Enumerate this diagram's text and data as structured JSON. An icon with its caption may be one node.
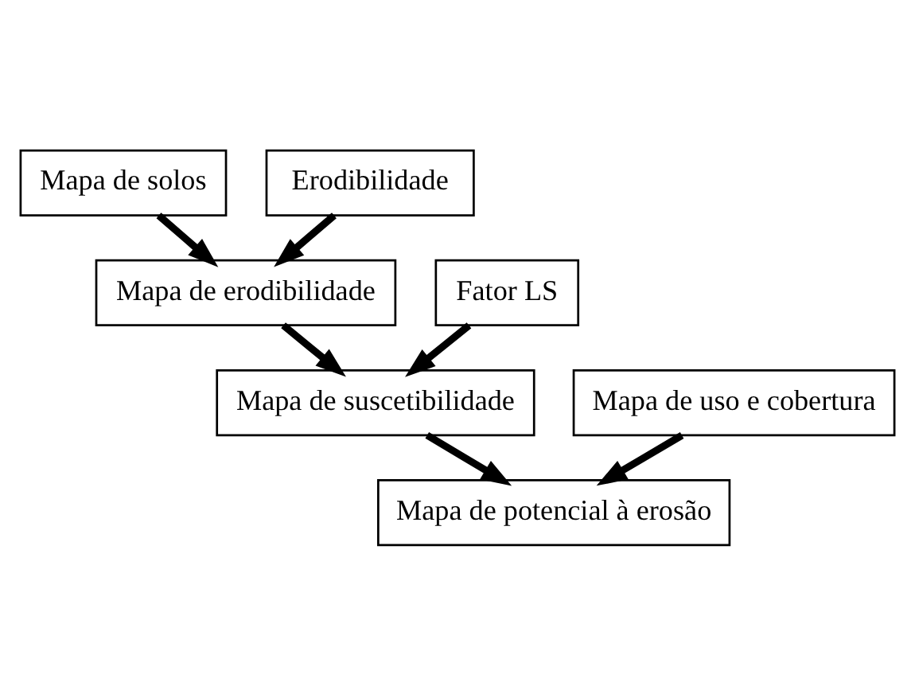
{
  "diagram": {
    "nodes": [
      {
        "text": [
          "Mapa de solos"
        ]
      },
      {
        "text": [
          "Erodibilidade"
        ]
      },
      {
        "text": [
          "Mapa de erodibilidade"
        ]
      },
      {
        "text": [
          "Fator LS"
        ]
      },
      {
        "text": [
          "Mapa de suscetibilidade"
        ]
      },
      {
        "text": [
          "Mapa de uso e cobertura"
        ]
      },
      {
        "text": [
          "Mapa de potencial à erosão"
        ]
      }
    ],
    "edges": [
      {
        "from": 0,
        "to": 2,
        "arrow": "to"
      },
      {
        "from": 1,
        "to": 2,
        "arrow": "to"
      },
      {
        "from": 2,
        "to": 4,
        "arrow": "to"
      },
      {
        "from": 3,
        "to": 4,
        "arrow": "to"
      },
      {
        "from": 4,
        "to": 6,
        "arrow": "to"
      },
      {
        "from": 5,
        "to": 6,
        "arrow": "to"
      }
    ]
  }
}
